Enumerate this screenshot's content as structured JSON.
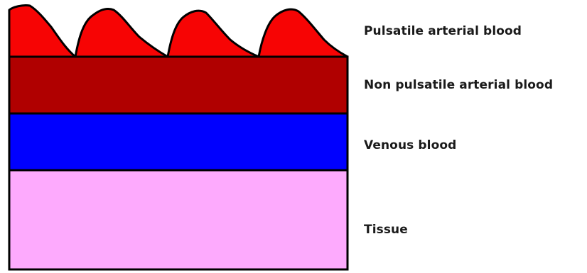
{
  "layers": [
    {
      "id": "pulsatile-arterial-blood",
      "label": "Pulsatile arterial blood",
      "color": "#f70404"
    },
    {
      "id": "non-pulsatile-arterial-blood",
      "label": "Non pulsatile arterial blood",
      "color": "#b00000"
    },
    {
      "id": "venous-blood",
      "label": "Venous blood",
      "color": "#0000ff"
    },
    {
      "id": "tissue",
      "label": "Tissue",
      "color": "#fdaafd"
    }
  ],
  "outline_color": "#000000",
  "pulse_count": 4
}
